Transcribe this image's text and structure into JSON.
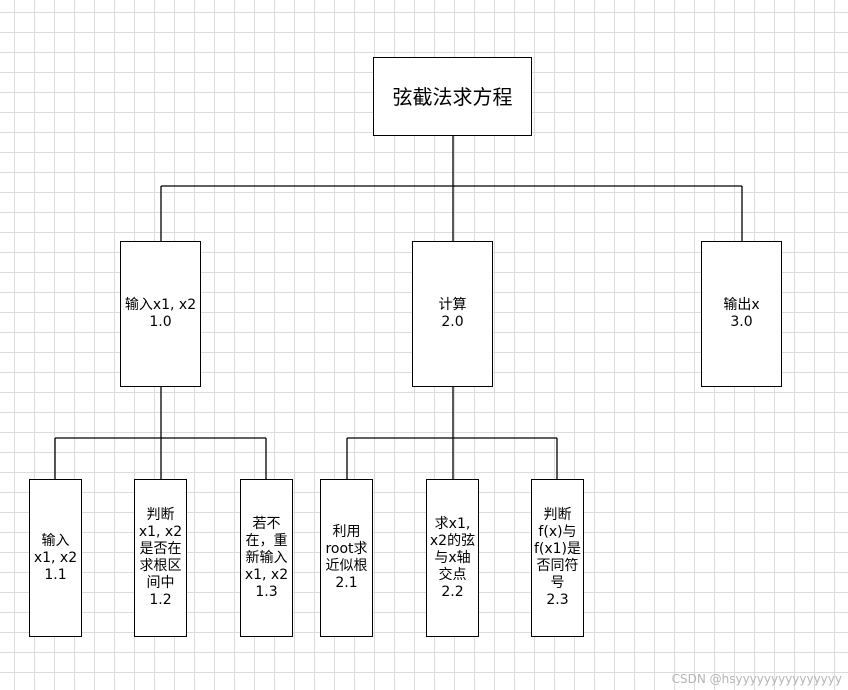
{
  "diagram": {
    "root": {
      "label": "弦截法求方程"
    },
    "level1": [
      {
        "label": "输入x1, x2",
        "code": "1.0"
      },
      {
        "label": "计算",
        "code": "2.0"
      },
      {
        "label": "输出x",
        "code": "3.0"
      }
    ],
    "level2": [
      {
        "label": "输入\nx1, x2",
        "code": "1.1"
      },
      {
        "label": "判断\nx1, x2\n是否在\n求根区\n间中",
        "code": "1.2"
      },
      {
        "label": "若不\n在，重\n新输入\nx1, x2",
        "code": "1.3"
      },
      {
        "label": "利用\nroot求\n近似根",
        "code": "2.1"
      },
      {
        "label": "求x1,\nx2的弦\n与x轴\n交点",
        "code": "2.2"
      },
      {
        "label": "判断\nf(x)与\nf(x1)是\n否同符\n号",
        "code": "2.3"
      }
    ]
  },
  "watermark": "CSDN @hsyyyyyyyyyyyyyyy"
}
